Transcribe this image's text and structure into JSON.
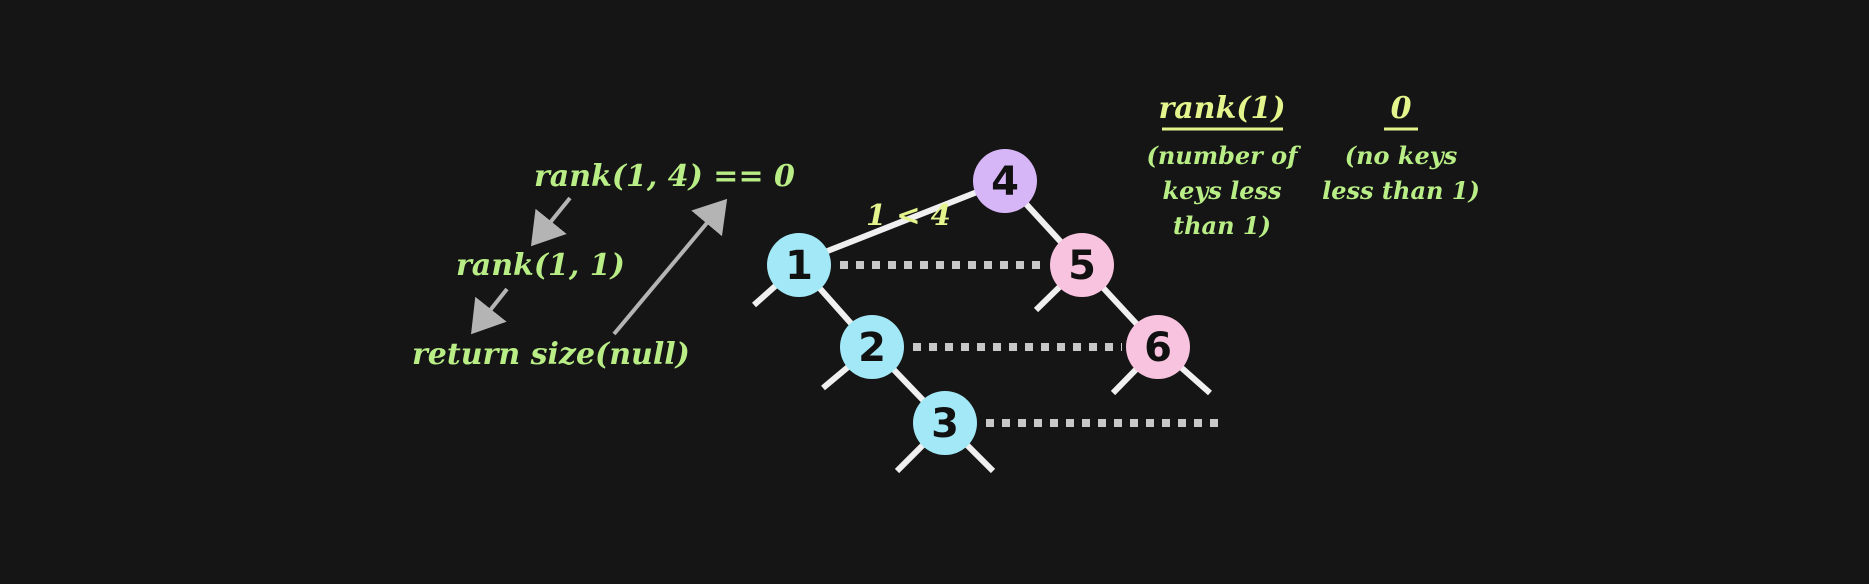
{
  "colors": {
    "background": "#151515",
    "edge": "#f0f0f0",
    "dotted": "#c8c8c8",
    "arrow": "#b4b4b4",
    "green_text": "#b9ee86",
    "yellow_text": "#e4f58d",
    "node_blue": "#a3e8f7",
    "node_purple": "#d7b6f7",
    "node_pink": "#f8c3de"
  },
  "trace": {
    "call_root": "rank(1, 4) == 0",
    "call_left": "rank(1, 1)",
    "base_case": "return size(null)"
  },
  "compare_label": "1 < 4",
  "tree": {
    "nodes": [
      {
        "key": "4",
        "color": "purple"
      },
      {
        "key": "1",
        "color": "blue"
      },
      {
        "key": "5",
        "color": "pink"
      },
      {
        "key": "2",
        "color": "blue"
      },
      {
        "key": "6",
        "color": "pink"
      },
      {
        "key": "3",
        "color": "blue"
      }
    ]
  },
  "result_table": {
    "query_header": "rank(1)",
    "query_desc": [
      "(number of",
      "keys less",
      "than 1)"
    ],
    "answer_header": "0",
    "answer_desc": [
      "(no keys",
      "less than 1)"
    ]
  }
}
